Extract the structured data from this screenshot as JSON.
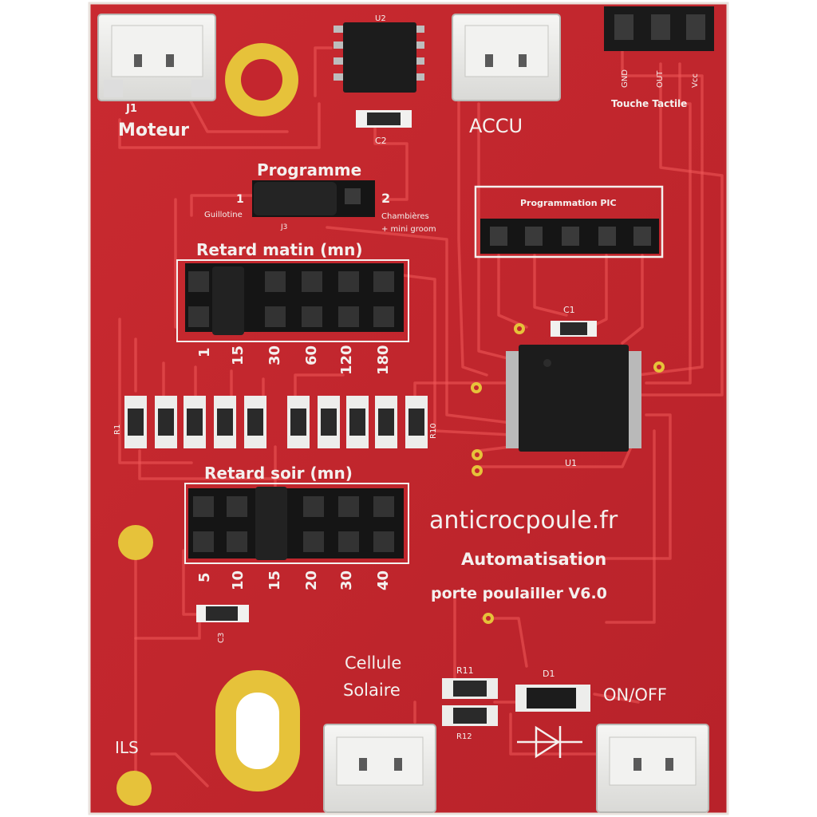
{
  "board": {
    "colors": {
      "solder_mask": "#c4262e",
      "silkscreen": "#f4f0ee",
      "gold_pad": "#e6c23a",
      "connector": "#ececea",
      "chip": "#1c1c1c"
    },
    "labels": {
      "moteur": "Moteur",
      "j1": "J1",
      "u2": "U2",
      "c2": "C2",
      "accu": "ACCU",
      "gnd": "GND",
      "out": "OUT",
      "vcc": "Vcc",
      "touche_tactile": "Touche Tactile",
      "programme": "Programme",
      "jumper_1": "1",
      "jumper_2": "2",
      "guillotine": "Guillotine",
      "j3": "J3",
      "chambieres": "Chambières",
      "mini_groom": "+ mini groom",
      "programmation_pic": "Programmation PIC",
      "retard_matin": "Retard matin (mn)",
      "retard_soir": "Retard soir (mn)",
      "c1": "C1",
      "u1": "U1",
      "r1": "R1",
      "r10": "R10",
      "site": "anticrocpoule.fr",
      "automatisation": "Automatisation",
      "version": "porte poulailler V6.0",
      "cellule": "Cellule",
      "solaire": "Solaire",
      "r11": "R11",
      "r12": "R12",
      "d1": "D1",
      "c3": "C3",
      "on_off": "ON/OFF",
      "ils": "ILS"
    },
    "matin_values": [
      "1",
      "15",
      "30",
      "60",
      "120",
      "180"
    ],
    "soir_values": [
      "5",
      "10",
      "15",
      "20",
      "30",
      "40"
    ]
  }
}
